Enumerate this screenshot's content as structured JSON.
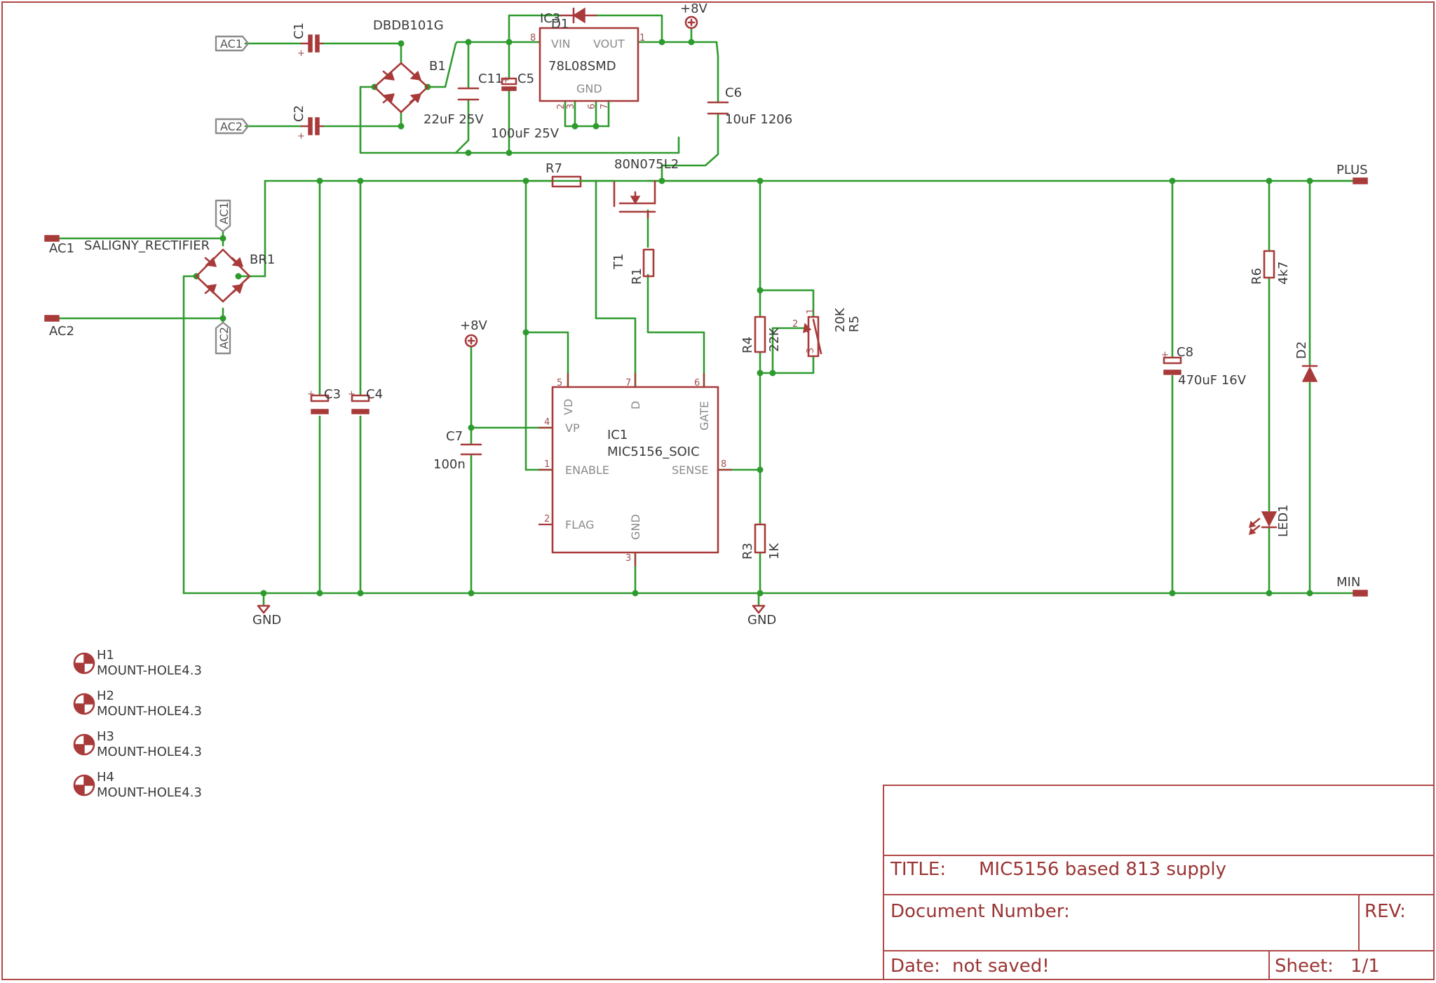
{
  "labels": {
    "ac1": "AC1",
    "ac2": "AC2",
    "c1": "C1",
    "c2": "C2",
    "dbdb101g": "DBDB101G",
    "b1": "B1",
    "c11": "C11",
    "c5": "C5",
    "v22uf25v": "22uF 25V",
    "v100uf25v": "100uF 25V",
    "ic3": "IC3",
    "d1": "D1",
    "vin": "VIN",
    "vout": "VOUT",
    "ic3_value": "78L08SMD",
    "ic3_gnd": "GND",
    "p8": "8",
    "p1": "1",
    "p2": "2",
    "p3": "3",
    "p6": "6",
    "p7": "7",
    "plus8v": "+8V",
    "c6": "C6",
    "v10uf1206": "10uF 1206",
    "mosfet": "80N075L2",
    "r7": "R7",
    "t1": "T1",
    "r1": "R1",
    "plus": "PLUS",
    "min": "MIN",
    "ac1_in": "AC1",
    "ac2_in": "AC2",
    "saligny": "SALIGNY_RECTIFIER",
    "br1": "BR1",
    "br1_ac1": "AC1",
    "br1_ac2": "AC2",
    "c3": "C3",
    "c4": "C4",
    "plus8v_2": "+8V",
    "c7": "C7",
    "v100n": "100n",
    "ic1": "IC1",
    "ic1_value": "MIC5156_SOIC",
    "vd": "VD",
    "d": "D",
    "gate": "GATE",
    "vp": "VP",
    "enable": "ENABLE",
    "sense": "SENSE",
    "flag": "FLAG",
    "gnd_pin": "GND",
    "ip5": "5",
    "ip7": "7",
    "ip6": "6",
    "ip4": "4",
    "ip1": "1",
    "ip8": "8",
    "ip2": "2",
    "ip3": "3",
    "r4": "R4",
    "v22k": "22K",
    "r5": "R5",
    "v20k": "20K",
    "r5p1": "1",
    "r5p2": "2",
    "r5p3": "3",
    "r3": "R3",
    "v1k": "1K",
    "c8": "C8",
    "v470uf16v": "470uF 16V",
    "r6": "R6",
    "v4k7": "4k7",
    "d2": "D2",
    "led1": "LED1",
    "gnd1": "GND",
    "gnd2": "GND",
    "h1": "H1",
    "h2": "H2",
    "h3": "H3",
    "h4": "H4",
    "mount_hole": "MOUNT-HOLE4.3"
  },
  "title_block": {
    "title_label": "TITLE:",
    "title_value": "MIC5156 based 813 supply",
    "docnum_label": "Document Number:",
    "rev_label": "REV:",
    "date_label": "Date:",
    "date_value": "not saved!",
    "sheet_label": "Sheet:",
    "sheet_value": "1/1"
  },
  "colors": {
    "wire": "#2e9b2e",
    "symbol": "#a83a3a",
    "frame": "#b04848",
    "port": "#8c8c8c"
  }
}
